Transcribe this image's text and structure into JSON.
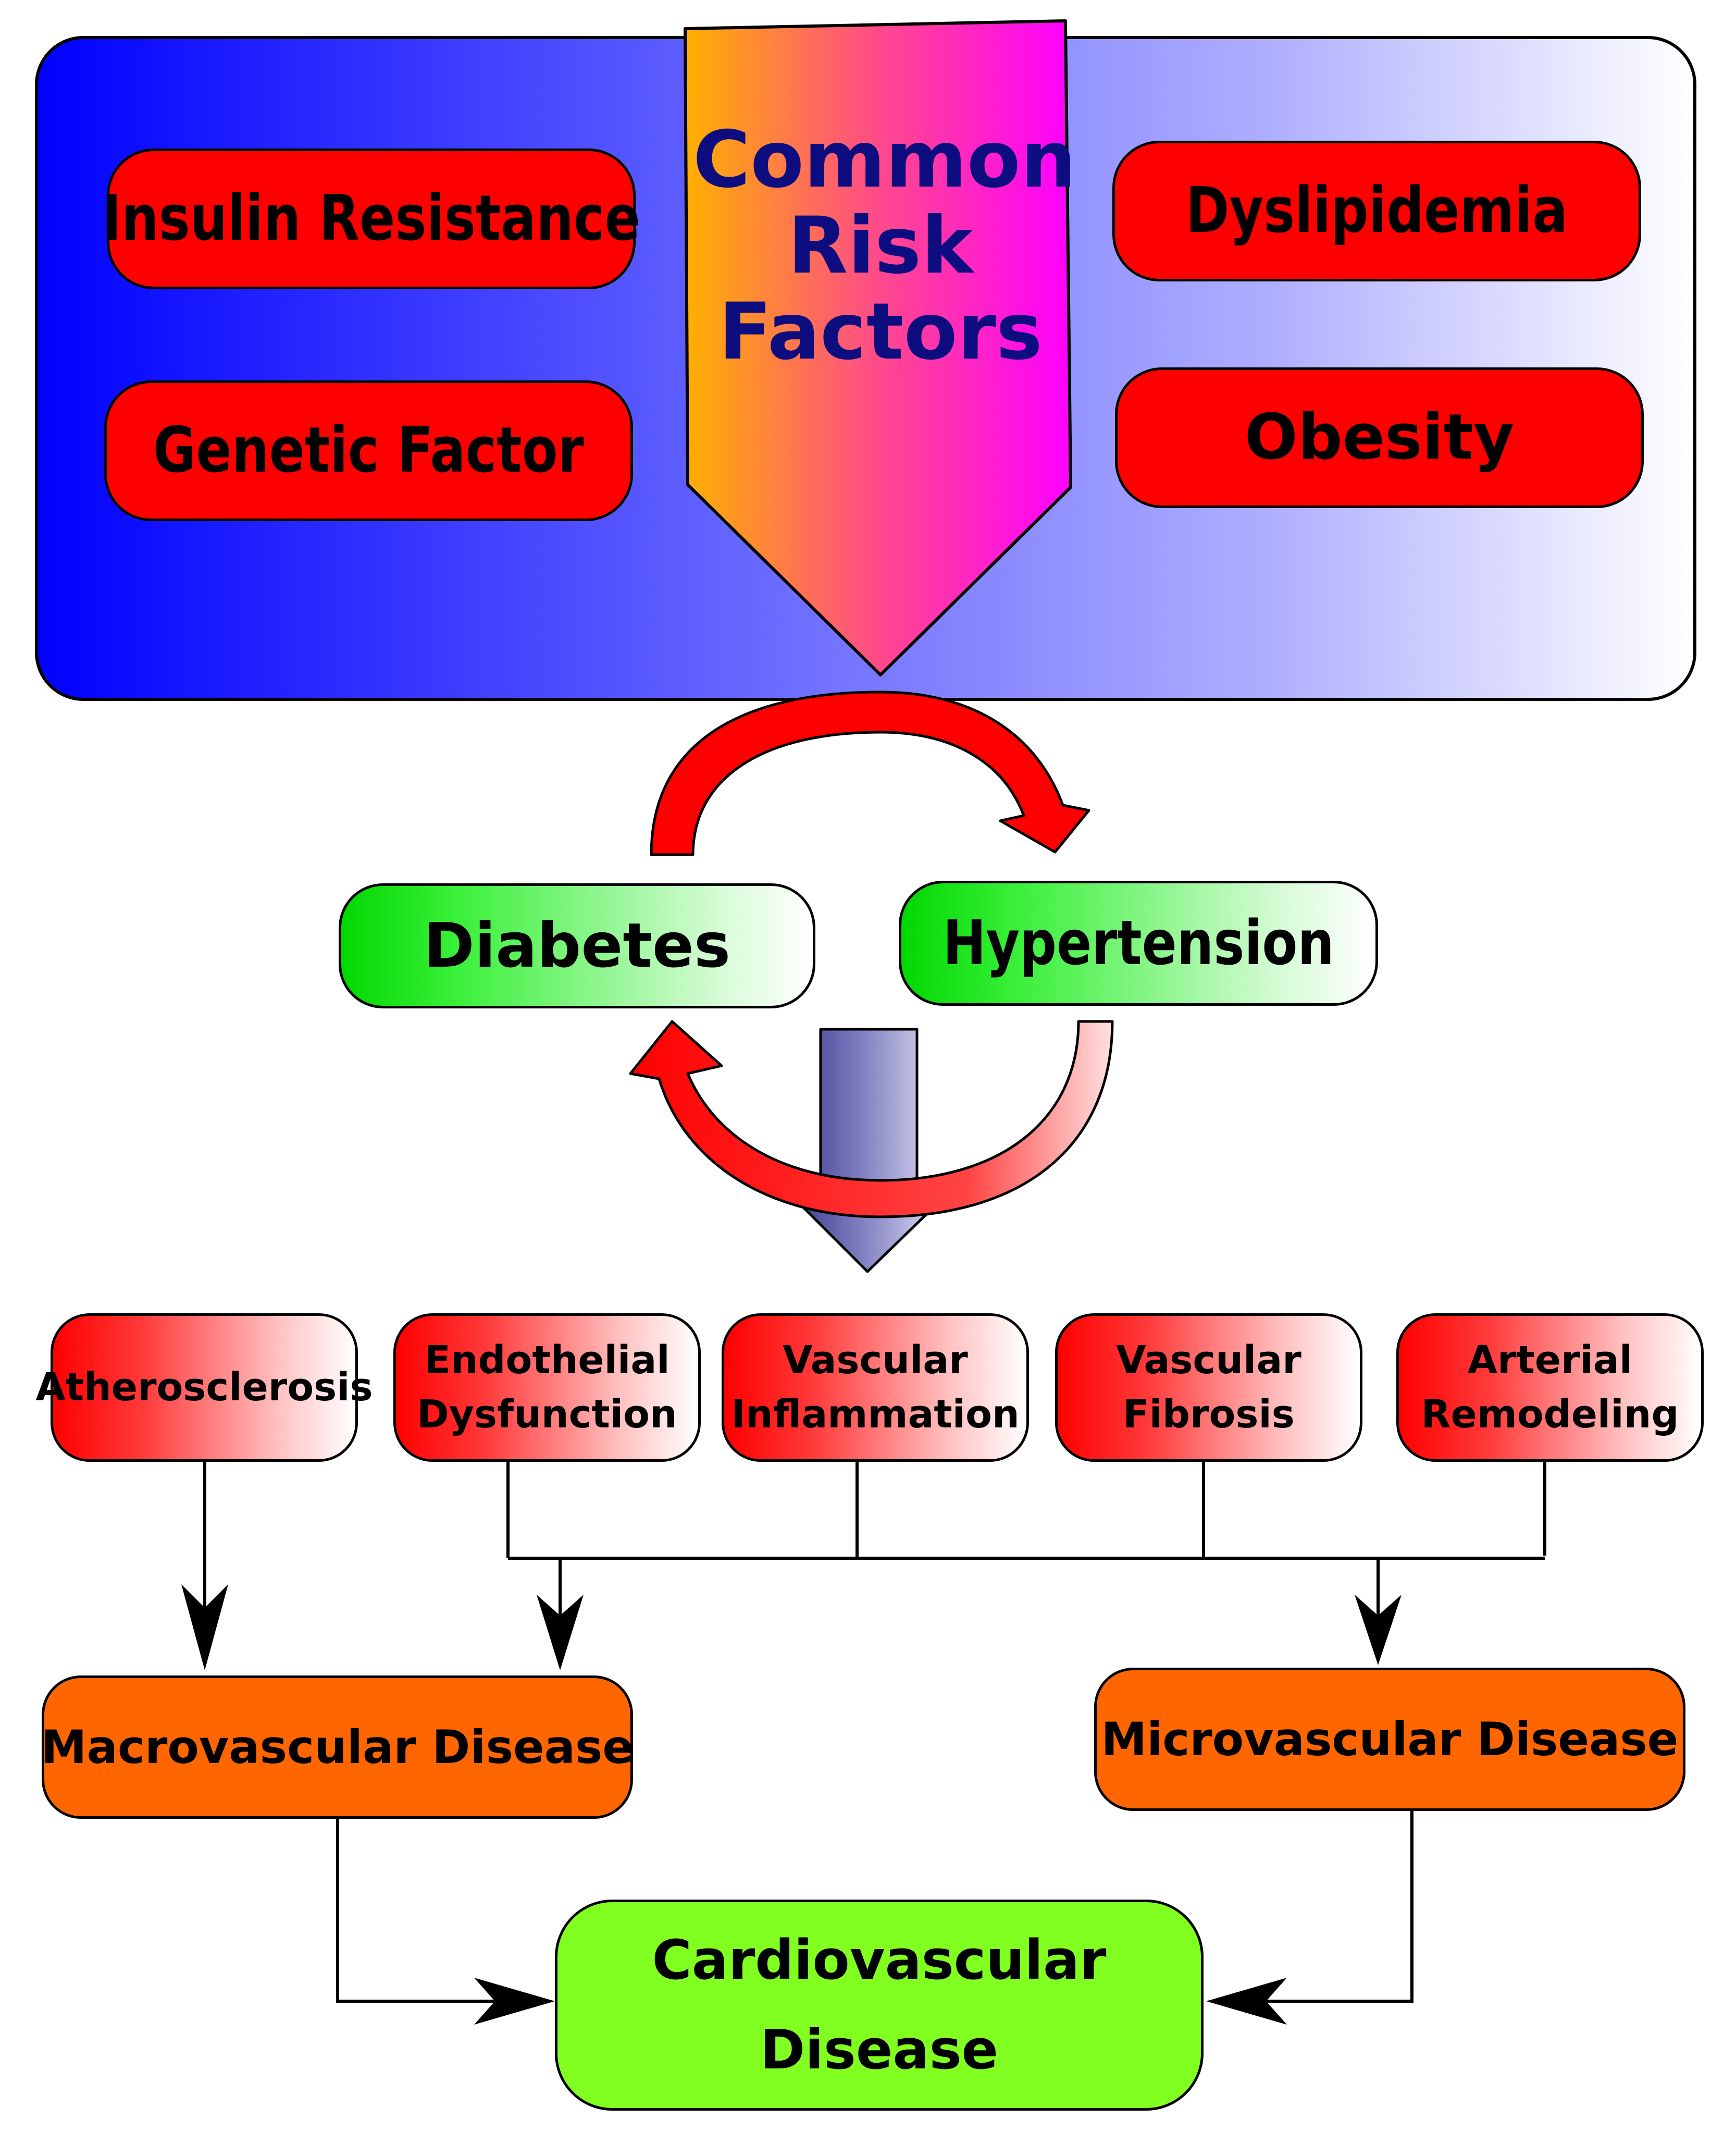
{
  "risk_factors": {
    "central_label": "Common\nRisk\nFactors",
    "insulin_resistance": "Insulin Resistance",
    "genetic_factor": "Genetic Factor",
    "dyslipidemia": "Dyslipidemia",
    "obesity": "Obesity"
  },
  "conditions": {
    "diabetes": "Diabetes",
    "hypertension": "Hypertension"
  },
  "mechanisms": {
    "atherosclerosis": "Atherosclerosis",
    "endothelial_dysfunction": "Endothelial\nDysfunction",
    "vascular_inflammation": "Vascular\nInflammation",
    "vascular_fibrosis": "Vascular\nFibrosis",
    "arterial_remodeling": "Arterial\nRemodeling"
  },
  "diseases": {
    "macrovascular": "Macrovascular Disease",
    "microvascular": "Microvascular Disease"
  },
  "outcome": {
    "cardiovascular_disease": "Cardiovascular\nDisease"
  },
  "colors": {
    "panel_gradient": [
      "#0000ff",
      "#ffffff"
    ],
    "pentagon_gradient": [
      "#ffb000",
      "#ff00ff"
    ],
    "risk_box": "#ff0000",
    "condition_gradient": [
      "#00d800",
      "#ffffff"
    ],
    "mechanism_gradient": [
      "#ff0000",
      "#ffffff"
    ],
    "disease_box": "#ff6600",
    "outcome_box": "#80ff20",
    "label_text": "#0d0d80"
  }
}
